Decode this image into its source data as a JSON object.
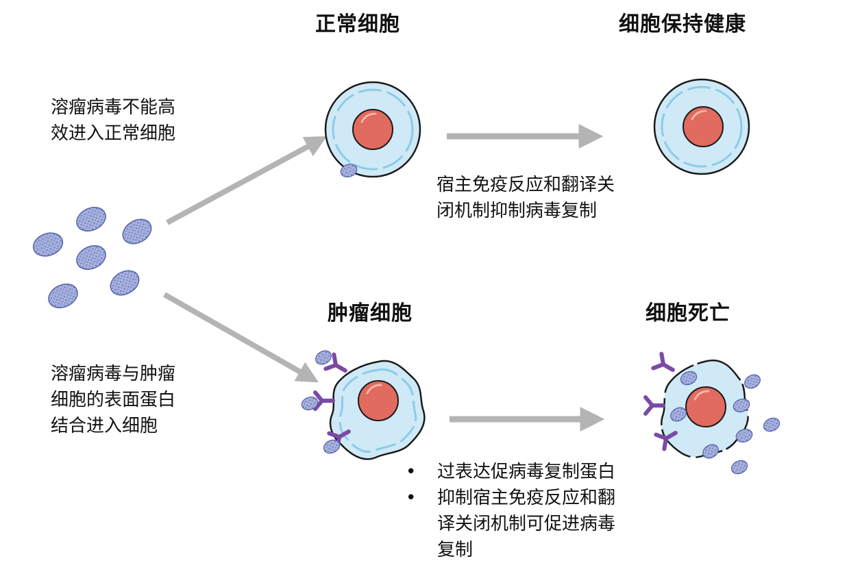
{
  "labels": {
    "normal_cell": "正常细胞",
    "cell_healthy": "细胞保持健康",
    "tumor_cell": "肿瘤细胞",
    "cell_death": "细胞死亡"
  },
  "descriptions": {
    "normal_entry_line1": "溶瘤病毒不能高",
    "normal_entry_line2": "效进入正常细胞",
    "host_response_line1": "宿主免疫反应和翻译关",
    "host_response_line2": "闭机制抑制病毒复制",
    "tumor_entry_line1": "溶瘤病毒与肿瘤",
    "tumor_entry_line2": "细胞的表面蛋白",
    "tumor_entry_line3": "结合进入细胞"
  },
  "tumor_mechanisms": [
    "过表达促病毒复制蛋白",
    "抑制宿主免疫反应和翻\n译关闭机制可促进病毒\n复制"
  ],
  "colors": {
    "cell_fill": "#cfe9f6",
    "cell_outline": "#1a1a1a",
    "cell_inner_ring": "#8ccbe8",
    "nucleus": "#e06b5e",
    "virus": "#8f9bcf",
    "receptor": "#7b4aa6",
    "arrow": "#b4b4b4"
  }
}
